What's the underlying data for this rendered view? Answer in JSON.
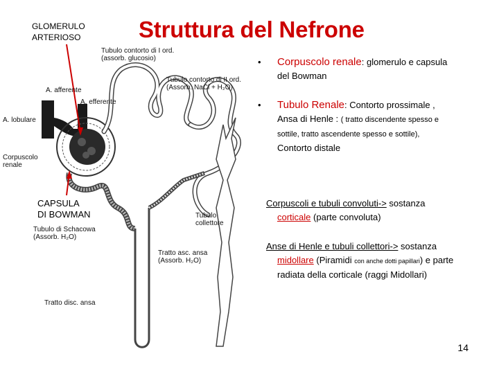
{
  "title": "Struttura del Nefrone",
  "corner_top": [
    "GLOMERULO",
    "ARTERIOSO"
  ],
  "corner_bottom": [
    "CAPSULA",
    "DI BOWMAN"
  ],
  "figure_labels": {
    "tubulo_1_line1": "Tubulo contorto di I ord.",
    "tubulo_1_line2": "(assorb. glucosio)",
    "tubulo_2_line1": "Tubulo contorto di II ord.",
    "tubulo_2_line2": "(Assorb. NaCl + H₂O)",
    "afferente": "A. afferente",
    "efferente": "A. efferente",
    "lobulare": "A. lobulare",
    "corpuscolo_line1": "Corpuscolo",
    "corpuscolo_line2": "renale",
    "schacowa_line1": "Tubulo di Schacowa",
    "schacowa_line2": "(Assorb. H₂O)",
    "collettore_line1": "Tubulo",
    "collettore_line2": "collettore",
    "asc_line1": "Tratto asc. ansa",
    "asc_line2": "(Assorb. H₂O)",
    "disc": "Tratto disc. ansa"
  },
  "bullets": {
    "b1_term": "Corpuscolo renale",
    "b1_rest": ": glomerulo e capsula",
    "b1_line2": "del Bowman",
    "b2_term": "Tubulo Renale",
    "b2_rest": ": Contorto prossimale ,",
    "b2_l2a": "Ansa di Henle : ",
    "b2_l2b": "( tratto discendente spesso e",
    "b2_l3": "sottile, tratto ascendente spesso e sottile),",
    "b2_l4": "Contorto distale"
  },
  "para1": {
    "u": "Corpuscoli e tubuli convoluti->",
    "rest": " sostanza",
    "red": "corticale",
    "tail": " (parte convoluta)"
  },
  "para2": {
    "u": "Anse di Henle e tubuli collettori->",
    "rest": " sostanza",
    "red": "midollare",
    "mid": " (Piramidi ",
    "small": "con anche dotti papillari",
    "tail": ") e parte",
    "line3": "radiata della corticale (raggi Midollari)"
  },
  "page_number": "14",
  "colors": {
    "title": "#cc0000",
    "arrow": "#cc0000"
  }
}
